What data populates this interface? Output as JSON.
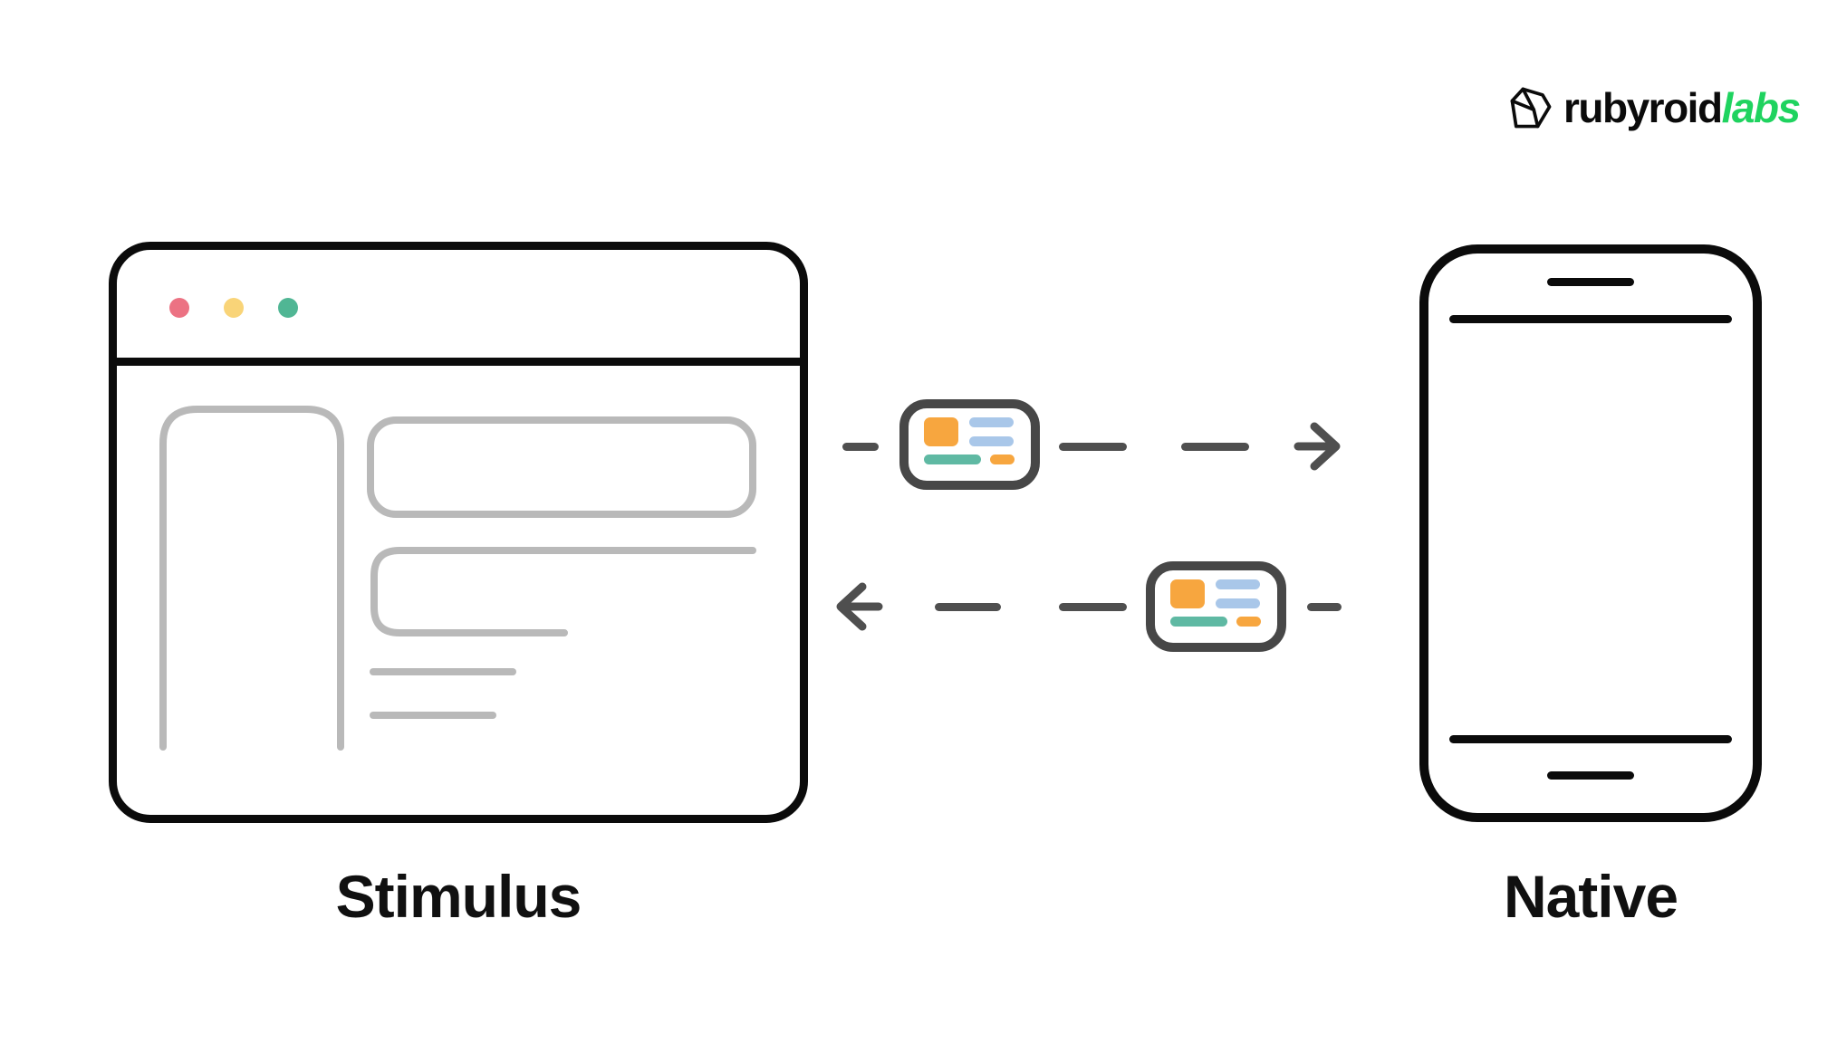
{
  "header": {
    "logo": {
      "icon": "gem-icon",
      "text_primary": "rubyroid",
      "text_accent": "labs",
      "accent_color": "#1fd35f",
      "text_color": "#0b0b0b"
    }
  },
  "diagram": {
    "browser": {
      "label": "Stimulus",
      "outline_color": "#0b0b0b",
      "wireframe_color": "#b9b9b9",
      "traffic_lights": [
        {
          "name": "red",
          "color": "#ec7283"
        },
        {
          "name": "yellow",
          "color": "#f9d478"
        },
        {
          "name": "green",
          "color": "#50b694"
        }
      ]
    },
    "phone": {
      "label": "Native",
      "outline_color": "#0b0b0b"
    },
    "flows": [
      {
        "direction": "right",
        "from": "Stimulus",
        "to": "Native",
        "style": "dashed",
        "payload": "message-card"
      },
      {
        "direction": "left",
        "from": "Native",
        "to": "Stimulus",
        "style": "dashed",
        "payload": "message-card"
      }
    ],
    "message_card": {
      "border_color": "#474747",
      "orange": "#f7a63f",
      "blue": "#a9c7e9",
      "teal": "#5fb9a3"
    },
    "dash_color": "#4f4f4f"
  }
}
